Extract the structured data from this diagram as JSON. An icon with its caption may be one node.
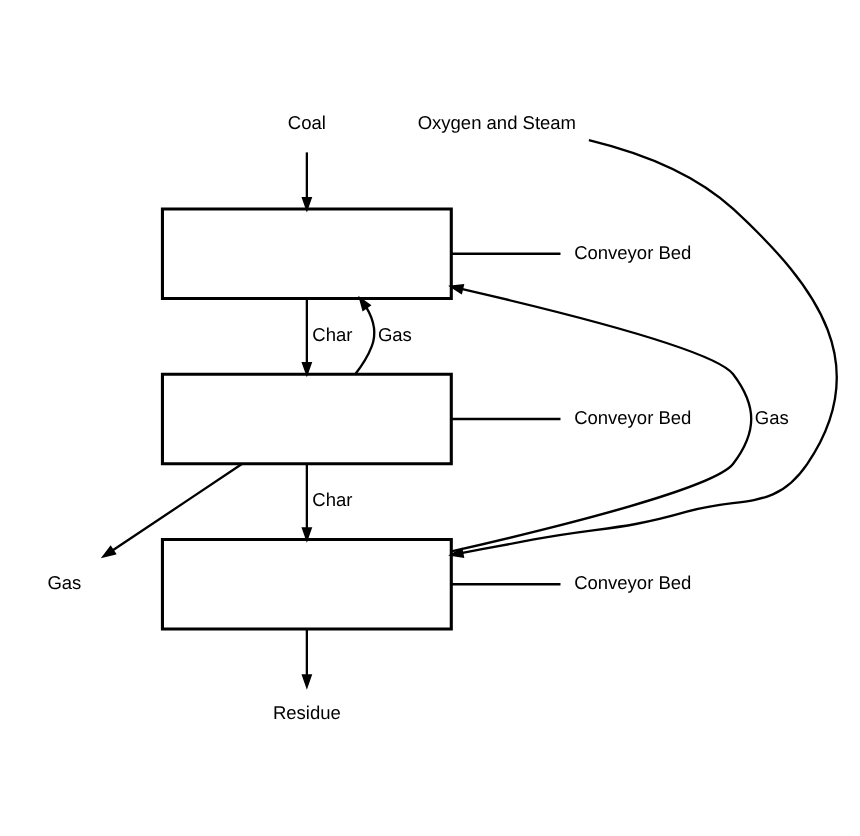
{
  "diagram": {
    "nodes": [
      {
        "text": [
          "Coal"
        ]
      },
      {
        "text": [],
        "shape": "box"
      },
      {
        "text": [
          "Conveyor Bed"
        ]
      },
      {
        "text": [],
        "shape": "box"
      },
      {
        "text": [
          "Gas"
        ]
      },
      {
        "text": [
          "Conveyor Bed"
        ]
      },
      {
        "text": [],
        "shape": "box"
      },
      {
        "text": [
          "Conveyor Bed"
        ]
      },
      {
        "text": [
          "Oxygen and Steam"
        ]
      },
      {
        "text": [
          "Residue"
        ]
      }
    ],
    "edges": [
      {
        "from": 0,
        "to": 1,
        "arrow": "to"
      },
      {
        "from": 1,
        "to": 2,
        "arrow": "none"
      },
      {
        "from": 1,
        "to": 3,
        "arrow": "to",
        "label": "Char"
      },
      {
        "from": 3,
        "to": 4,
        "arrow": "to"
      },
      {
        "from": 3,
        "to": 5,
        "arrow": "none"
      },
      {
        "from": 3,
        "to": 1,
        "arrow": "to",
        "label": "Gas"
      },
      {
        "from": 3,
        "to": 6,
        "arrow": "to",
        "label": "Char"
      },
      {
        "from": 6,
        "to": 1,
        "arrow": "to",
        "label": "Gas"
      },
      {
        "from": 6,
        "to": 7,
        "arrow": "none"
      },
      {
        "from": 8,
        "to": 6,
        "arrow": "to"
      },
      {
        "from": 6,
        "to": 9,
        "arrow": "to"
      }
    ]
  }
}
